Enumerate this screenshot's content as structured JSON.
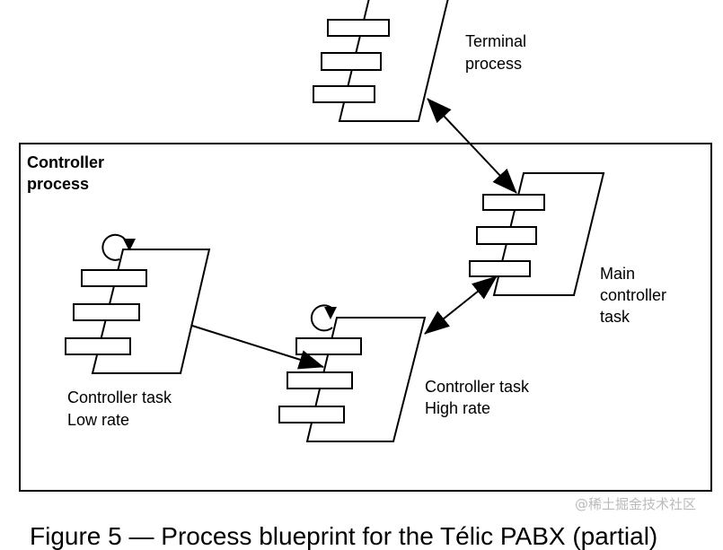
{
  "frame": {
    "label": "Controller process"
  },
  "tasks": [
    {
      "id": "terminal",
      "label_lines": [
        "Terminal",
        "process"
      ]
    },
    {
      "id": "main",
      "label_lines": [
        "Main",
        "controller",
        "task"
      ]
    },
    {
      "id": "low",
      "label_lines": [
        "Controller task",
        "Low rate"
      ]
    },
    {
      "id": "high",
      "label_lines": [
        "Controller task",
        "High rate"
      ]
    }
  ],
  "connections": [
    {
      "from": "terminal",
      "to": "main",
      "bidirectional": true
    },
    {
      "from": "low",
      "to": "high",
      "bidirectional": false
    },
    {
      "from": "high",
      "to": "main",
      "bidirectional": true
    }
  ],
  "caption": "Figure 5 — Process blueprint for the Télic PABX (partial)",
  "watermark": "@稀土掘金技术社区"
}
